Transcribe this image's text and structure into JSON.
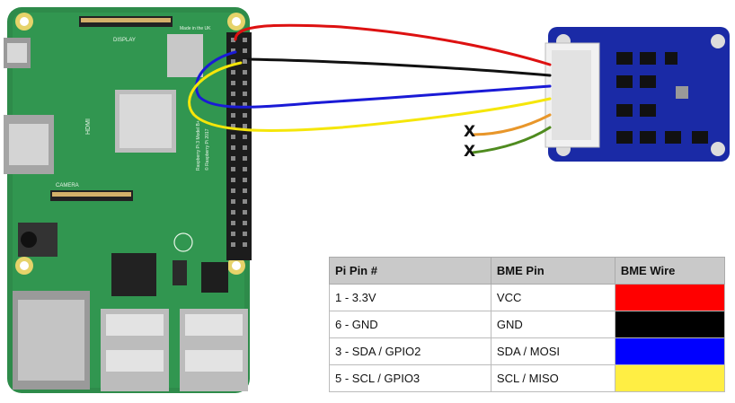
{
  "board_labels": {
    "display": "DISPLAY",
    "made_in": "Made in the UK",
    "camera": "CAMERA",
    "hdmi": "HDMI",
    "model": "Raspberry Pi 3 Model B+",
    "year": "© Raspberry Pi 2017"
  },
  "cut_marks": [
    "X",
    "X"
  ],
  "table": {
    "headers": [
      "Pi Pin #",
      "BME Pin",
      "BME Wire"
    ],
    "rows": [
      {
        "pi_pin": "1 - 3.3V",
        "bme_pin": "VCC",
        "wire_color": "#ff0000"
      },
      {
        "pi_pin": "6 - GND",
        "bme_pin": "GND",
        "wire_color": "#000000"
      },
      {
        "pi_pin": "3 - SDA / GPIO2",
        "bme_pin": "SDA / MOSI",
        "wire_color": "#0000ff"
      },
      {
        "pi_pin": "5 - SCL / GPIO3",
        "bme_pin": "SCL / MISO",
        "wire_color": "#ffee44"
      }
    ]
  },
  "colors": {
    "pcb_green": "#2e8b4a",
    "sensor_blue": "#1a2aa6",
    "wire_red": "#dd1111",
    "wire_black": "#111111",
    "wire_blue": "#1a1ad6",
    "wire_yellow": "#f5e60a",
    "wire_orange": "#e8962a",
    "wire_green": "#4f8b1f"
  }
}
